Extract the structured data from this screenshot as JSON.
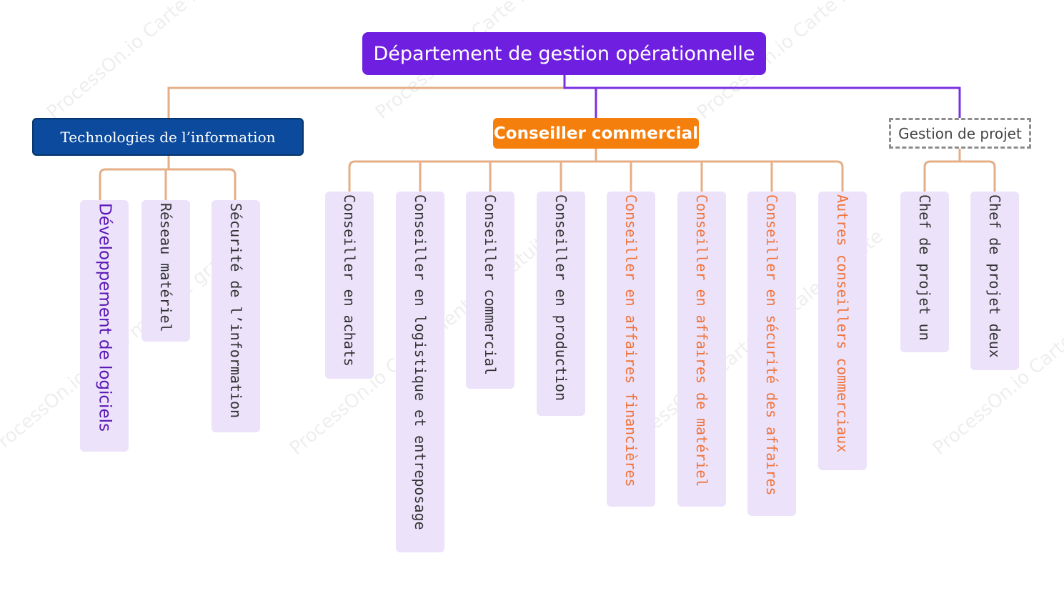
{
  "colors": {
    "root_bg": "#6f1fe0",
    "it_bg": "#0b4a9c",
    "cc_bg": "#f57f0c",
    "leaf_bg": "#ece3fb",
    "connector_orange": "#e5ae86",
    "connector_purple": "#7a2fe0",
    "text_dark": "#333333",
    "text_purple": "#5b17b5",
    "text_orange": "#f0733a"
  },
  "watermark": "ProcessOn.io Carte mentale gratuite",
  "root": {
    "label": "Département de gestion opérationnelle"
  },
  "branches": [
    {
      "label": "Technologies de l’information",
      "children": [
        {
          "label": "Développement de logiciels"
        },
        {
          "label": "Réseau matériel"
        },
        {
          "label": "Sécurité de l’information"
        }
      ]
    },
    {
      "label": "Conseiller commercial",
      "children": [
        {
          "label": "Conseiller en achats"
        },
        {
          "label": "Conseiller en logistique et entreposage"
        },
        {
          "label": "Conseiller commercial"
        },
        {
          "label": "Conseiller en production"
        },
        {
          "label": "Conseiller en affaires financières"
        },
        {
          "label": "Conseiller en affaires de matériel"
        },
        {
          "label": "Conseiller en sécurité des affaires"
        },
        {
          "label": "Autres conseillers commerciaux"
        }
      ]
    },
    {
      "label": "Gestion de projet",
      "children": [
        {
          "label": "Chef de projet un"
        },
        {
          "label": "Chef de projet deux"
        }
      ]
    }
  ]
}
